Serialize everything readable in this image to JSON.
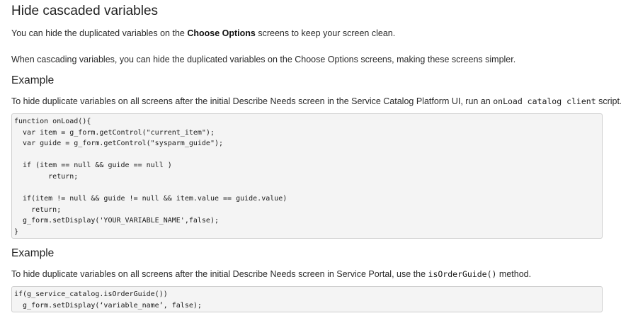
{
  "page": {
    "title": "Hide cascaded variables",
    "intro": {
      "before": "You can hide the duplicated variables on the ",
      "bold": "Choose Options",
      "after": " screens to keep your screen clean."
    },
    "description": "When cascading variables, you can hide the duplicated variables on the Choose Options screens, making these screens simpler."
  },
  "examples": [
    {
      "heading": "Example",
      "text_before": "To hide duplicate variables on all screens after the initial Describe Needs screen in the Service Catalog Platform UI, run an ",
      "inline_code": "onLoad catalog client",
      "text_after": " script.",
      "code": "function onLoad(){\n  var item = g_form.getControl(\"current_item\");\n  var guide = g_form.getControl(\"sysparm_guide\");\n\n  if (item == null && guide == null )\n        return;\n\n  if(item != null && guide != null && item.value == guide.value)\n    return;\n  g_form.setDisplay('YOUR_VARIABLE_NAME',false);\n}"
    },
    {
      "heading": "Example",
      "text_before": "To hide duplicate variables on all screens after the initial Describe Needs screen in Service Portal, use the ",
      "inline_code": "isOrderGuide()",
      "text_after": " method.",
      "code": "if(g_service_catalog.isOrderGuide())\n  g_form.setDisplay(‘variable_name’, false);"
    }
  ]
}
